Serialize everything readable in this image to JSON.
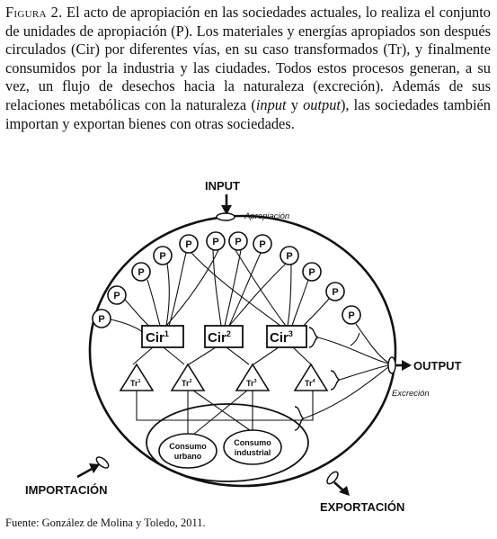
{
  "caption": {
    "label": "Figura 2.",
    "part1": " El acto de apropiación en las sociedades actuales, lo realiza el conjunto de unidades de apropiación (P). Los materiales y energías apropiados son después circulados (Cir) por diferentes vías, en su caso transformados (Tr), y finalmente consumidos por la industria y las ciudades. Todos estos procesos generan, a su vez, un flujo de desechos hacia la naturaleza (excreción). Además de sus relaciones metabólicas con la naturaleza (",
    "input_word": "input",
    "mid": " y ",
    "output_word": "output",
    "part2": "), las sociedades también importan y exportan bienes con otras sociedades."
  },
  "diagram": {
    "input_label": "INPUT",
    "apropiacion_label": "Apropiación",
    "output_label": "OUTPUT",
    "excrecion_label": "Excreción",
    "importacion_label": "IMPORTACIÓN",
    "exportacion_label": "EXPORTACIÓN",
    "p_label": "P",
    "cir_nodes": [
      {
        "label": "Cir",
        "sup": "1"
      },
      {
        "label": "Cir",
        "sup": "2"
      },
      {
        "label": "Cir",
        "sup": "3"
      }
    ],
    "tr_nodes": [
      {
        "label": "Tr",
        "sup": "1"
      },
      {
        "label": "Tr",
        "sup": "2"
      },
      {
        "label": "Tr",
        "sup": "3"
      },
      {
        "label": "Tr",
        "sup": "4"
      }
    ],
    "consumo_urbano": [
      "Consumo",
      "urbano"
    ],
    "consumo_industrial": [
      "Consumo",
      "industrial"
    ]
  },
  "source": "Fuente: González de Molina y Toledo, 2011."
}
